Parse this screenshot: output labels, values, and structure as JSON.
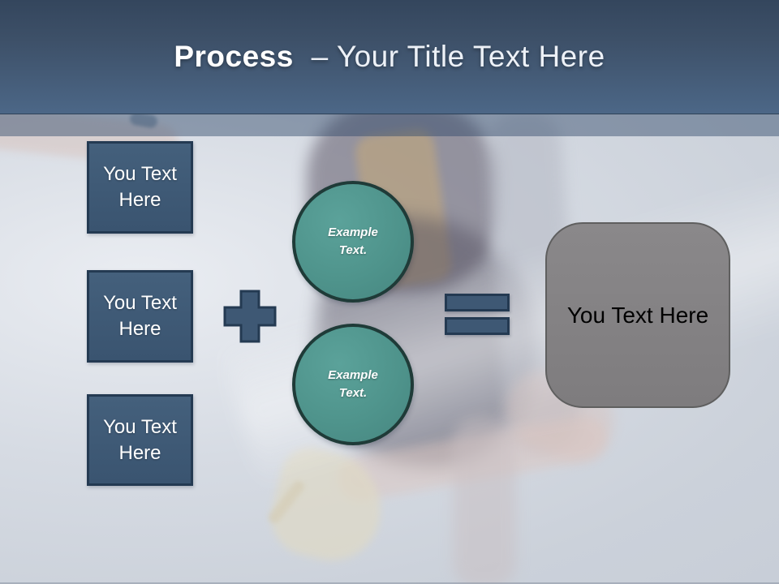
{
  "slide": {
    "header": {
      "title_emphasis": "Process",
      "title_rest": "– Your Title Text Here"
    },
    "left_boxes": [
      {
        "label": "You Text Here"
      },
      {
        "label": "You Text Here"
      },
      {
        "label": "You Text Here"
      }
    ],
    "circles": [
      {
        "label": "Example Text."
      },
      {
        "label": "Example Text."
      }
    ],
    "result_box": {
      "label": "You Text Here"
    },
    "icons": {
      "plus": "plus-icon",
      "equals": "equals-icon"
    },
    "colors": {
      "header_top": "#34465d",
      "header_bottom": "#4c6787",
      "shape_blue": "#3e5874",
      "shape_blue_border": "#243a52",
      "teal_fill": "#4f948c",
      "teal_border": "#1f3b38",
      "gray_fill": "#838183",
      "gray_border": "#5f5f5f",
      "background": "#cdd3dc",
      "title_text": "#ffffff",
      "result_text": "#000000"
    }
  }
}
